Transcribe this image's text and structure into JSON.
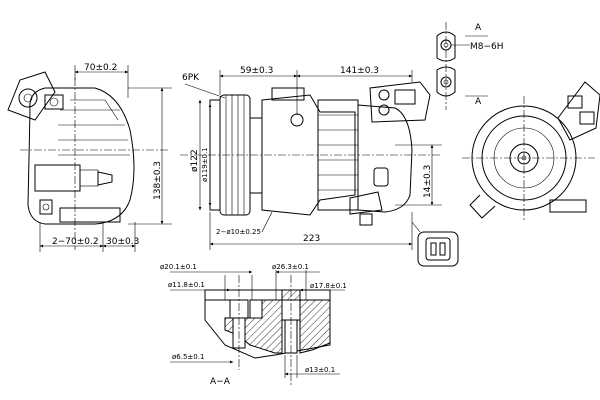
{
  "dims": {
    "w70": "70±0.2",
    "w59": "59±0.3",
    "w141": "141±0.3",
    "h138": "138±0.3",
    "d122": "ø122",
    "d119": "ø119±0.1",
    "pk6": "6PK",
    "w2_70": "2−70±0.2",
    "w30": "30±0.3",
    "w2_10": "2−ø10±0.25",
    "w223": "223",
    "h14": "14±0.3",
    "m8": "M8−6H",
    "a_top": "A",
    "a_bottom": "A",
    "d20": "ø20.1±0.1",
    "d11": "ø11.8±0.1",
    "d26": "ø26.3±0.1",
    "d17": "ø17.8±0.1",
    "d6": "ø6.5±0.1",
    "d13": "ø13±0.1",
    "aa": "A−A"
  }
}
